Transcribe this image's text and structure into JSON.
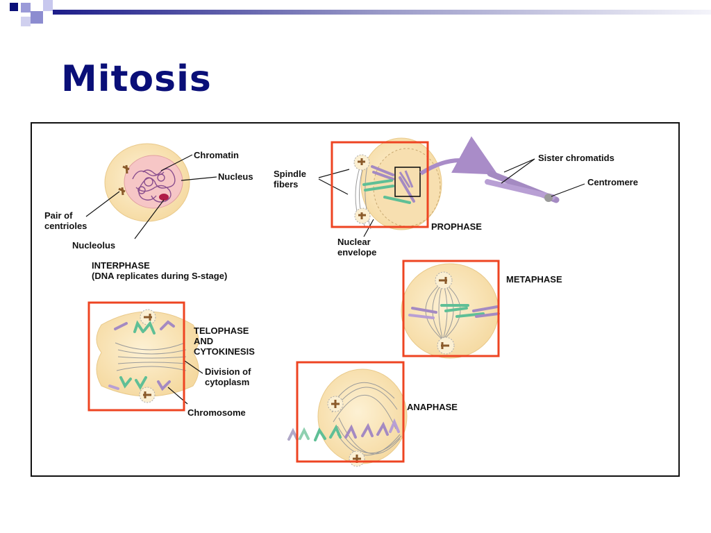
{
  "slide": {
    "title": "Mitosis",
    "accent_color": "#0a0f78",
    "highlight_color": "#ee4422"
  },
  "diagram": {
    "labels": {
      "chromatin": "Chromatin",
      "nucleus": "Nucleus",
      "pair_of_centrioles_1": "Pair of",
      "pair_of_centrioles_2": "centrioles",
      "nucleolus": "Nucleolus",
      "interphase_1": "INTERPHASE",
      "interphase_2": "(DNA replicates during S-stage)",
      "spindle_fibers_1": "Spindle",
      "spindle_fibers_2": "fibers",
      "nuclear_envelope_1": "Nuclear",
      "nuclear_envelope_2": "envelope",
      "prophase": "PROPHASE",
      "sister_chromatids": "Sister chromatids",
      "centromere": "Centromere",
      "metaphase": "METAPHASE",
      "anaphase": "ANAPHASE",
      "telophase_1": "TELOPHASE",
      "telophase_2": "AND",
      "telophase_3": "CYTOKINESIS",
      "division_1": "Division of",
      "division_2": "cytoplasm",
      "chromosome": "Chromosome"
    }
  }
}
